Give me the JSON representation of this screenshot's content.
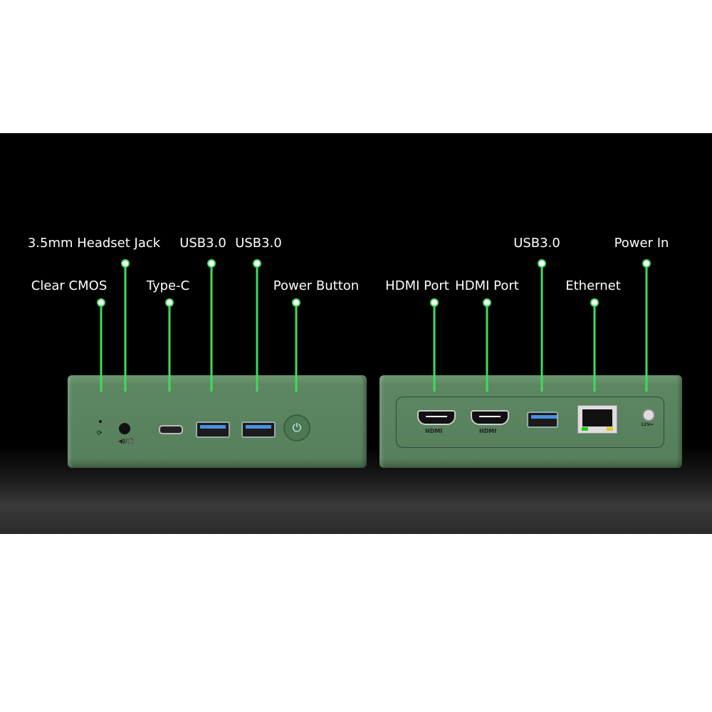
{
  "labels": {
    "headset_jack": "3.5mm Headset Jack",
    "usb_front_1": "USB3.0",
    "usb_front_2": "USB3.0",
    "clear_cmos": "Clear CMOS",
    "type_c": "Type-C",
    "power_button": "Power Button",
    "hdmi_1": "HDMI Port",
    "hdmi_2": "HDMI Port",
    "usb_rear": "USB3.0",
    "ethernet": "Ethernet",
    "power_in": "Power In"
  },
  "device_markings": {
    "hdmi_1": "HDMI",
    "hdmi_2": "HDMI",
    "dc": "12V⎓",
    "audio": "◀)/🎧"
  },
  "colors": {
    "callout": "#3fdc5a",
    "chassis": "#5a845e",
    "background": "#000000"
  }
}
